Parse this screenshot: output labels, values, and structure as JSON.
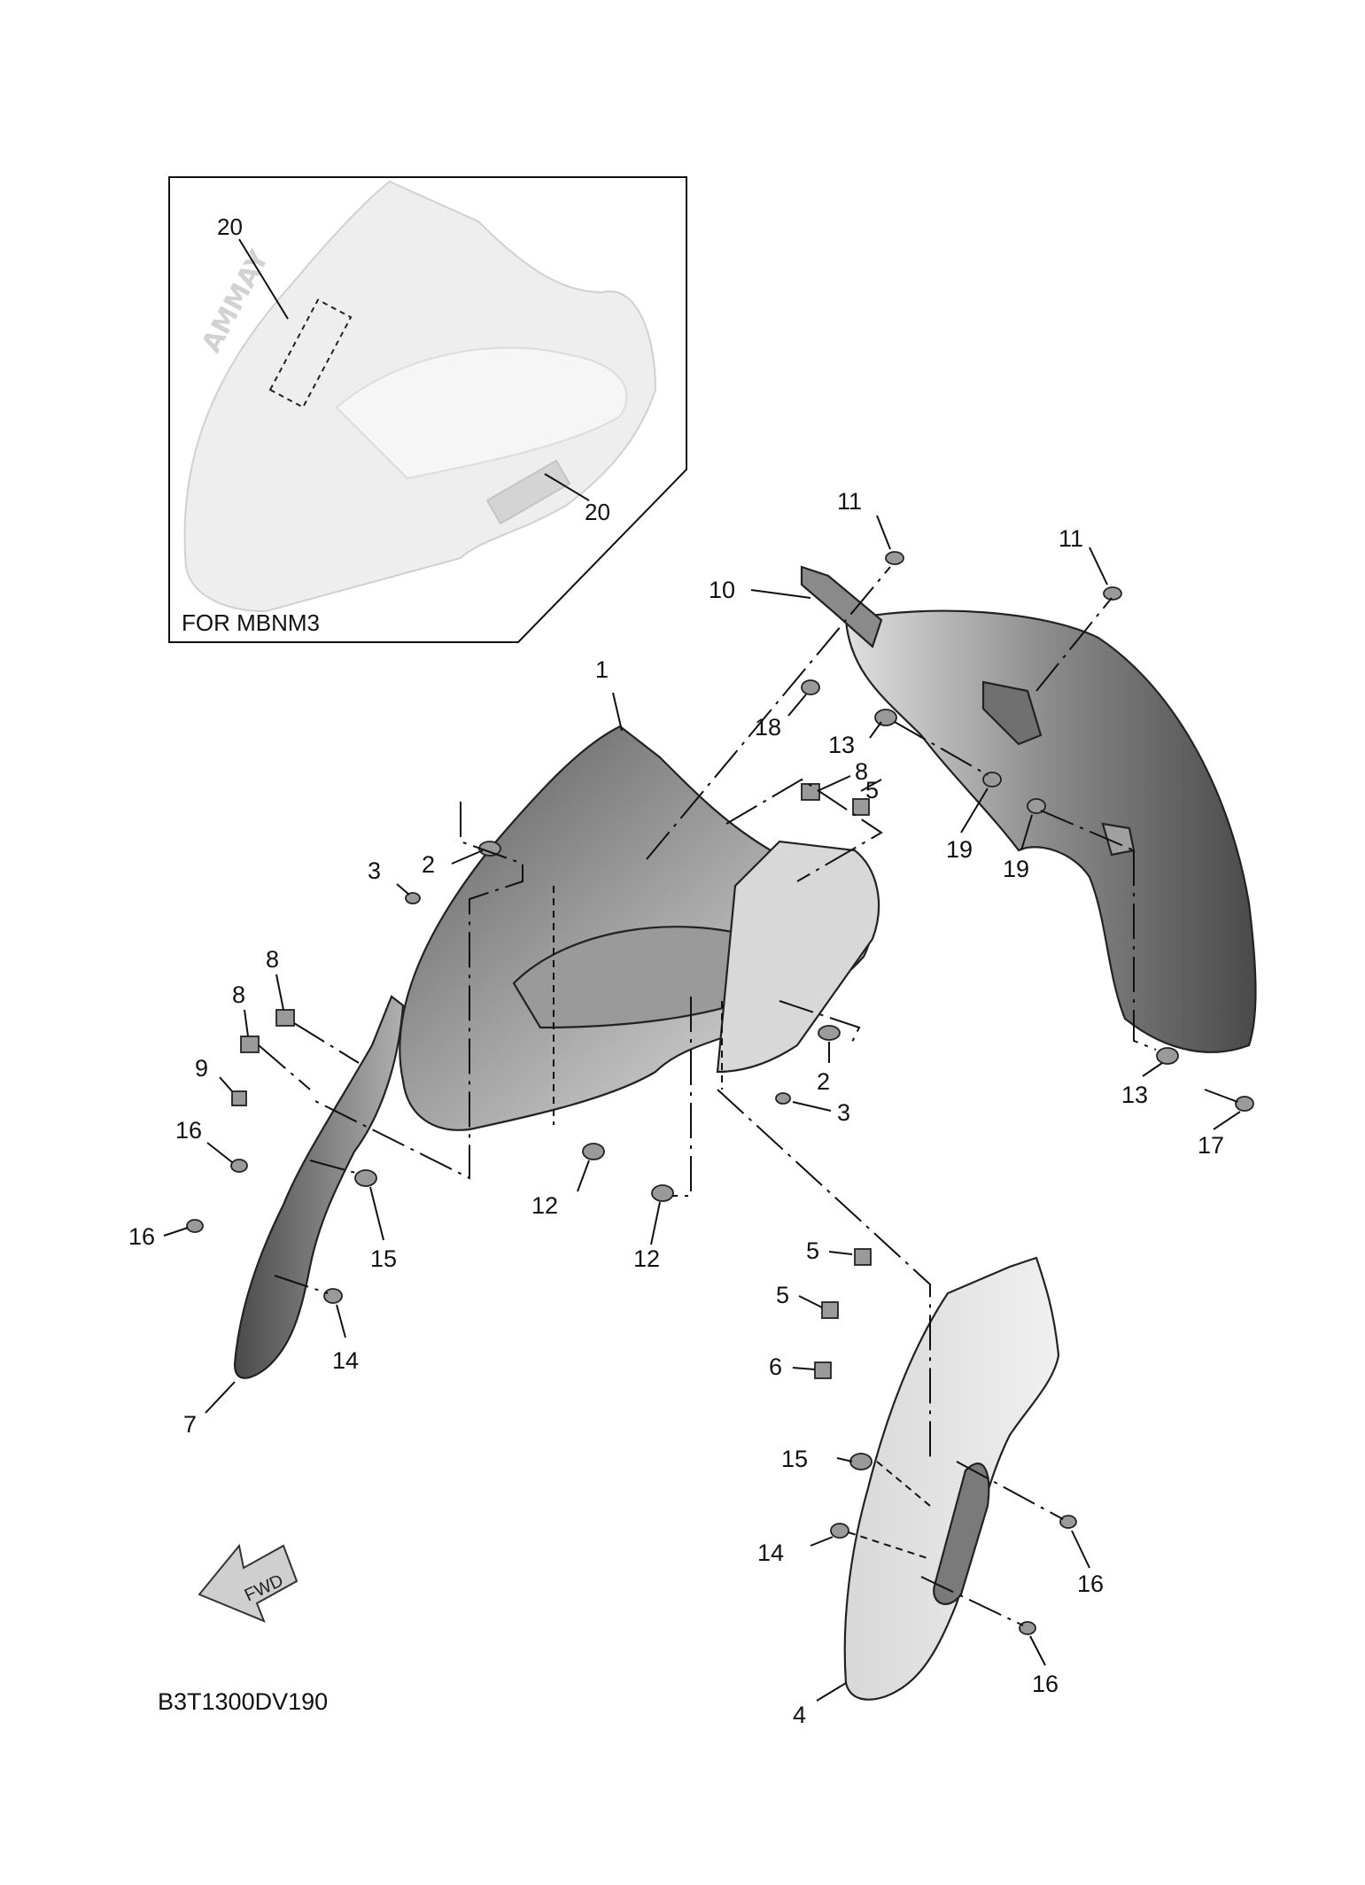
{
  "inset": {
    "caption": "FOR MBNM3",
    "callouts": [
      "20",
      "20"
    ]
  },
  "drawing_code": "B3T1300DV190",
  "fwd_label": "FWD",
  "callouts": {
    "c1": "1",
    "c2a": "2",
    "c2b": "2",
    "c3a": "3",
    "c3b": "3",
    "c4": "4",
    "c5a": "5",
    "c5b": "5",
    "c5c": "5",
    "c6": "6",
    "c7": "7",
    "c8a": "8",
    "c8b": "8",
    "c8c": "8",
    "c9": "9",
    "c10": "10",
    "c11a": "11",
    "c11b": "11",
    "c12a": "12",
    "c12b": "12",
    "c13a": "13",
    "c13b": "13",
    "c14a": "14",
    "c14b": "14",
    "c15a": "15",
    "c15b": "15",
    "c16a": "16",
    "c16b": "16",
    "c16c": "16",
    "c16d": "16",
    "c17": "17",
    "c18": "18",
    "c19a": "19",
    "c19b": "19"
  },
  "colors": {
    "part_light": "#e4e4e4",
    "part_mid": "#a8a8a8",
    "part_dark": "#5e5e5e",
    "inset_fill": "#eeeeee",
    "line": "#111111"
  }
}
